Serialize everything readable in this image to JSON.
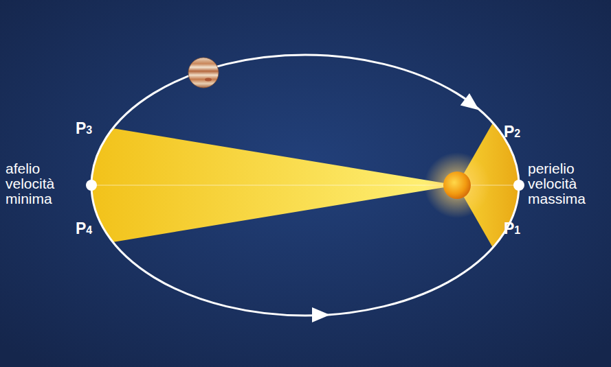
{
  "diagram": {
    "labels": [
      "P3",
      "P2",
      "afelio velocità minima",
      "perielio velocità massima",
      "P4",
      "P1"
    ]
  }
}
